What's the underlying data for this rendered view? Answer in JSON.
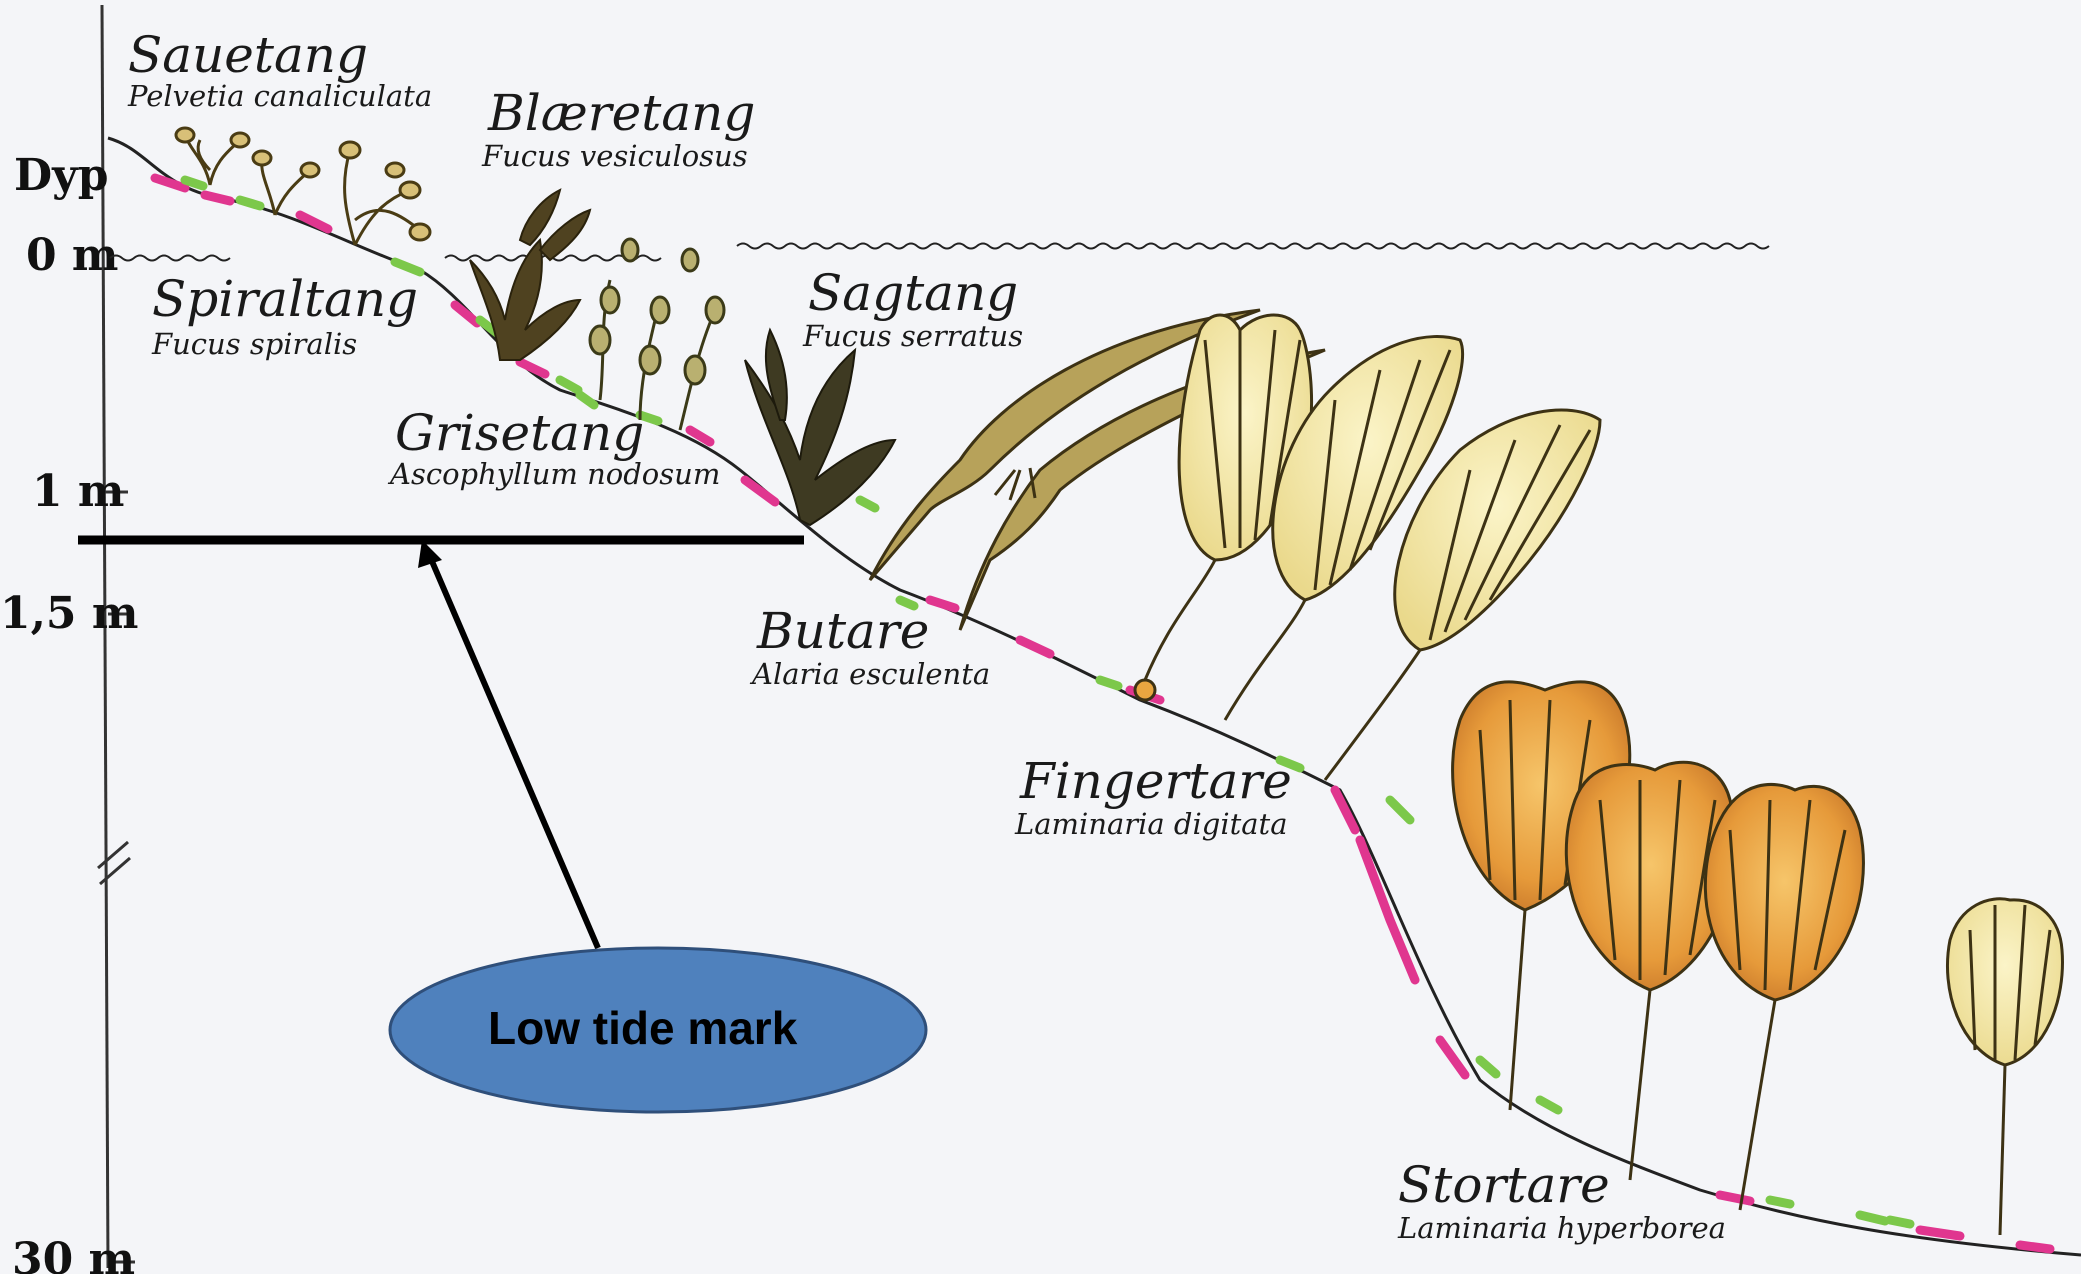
{
  "depth_axis": {
    "labels": [
      "Dyp",
      "0 m",
      "1 m",
      "1,5 m",
      "30 m"
    ]
  },
  "species": [
    {
      "common": "Sauetang",
      "latin": "Pelvetia canaliculata"
    },
    {
      "common": "Blæretang",
      "latin": "Fucus vesiculosus"
    },
    {
      "common": "Spiraltang",
      "latin": "Fucus spiralis"
    },
    {
      "common": "Sagtang",
      "latin": "Fucus serratus"
    },
    {
      "common": "Grisetang",
      "latin": "Ascophyllum nodosum"
    },
    {
      "common": "Butare",
      "latin": "Alaria esculenta"
    },
    {
      "common": "Fingertare",
      "latin": "Laminaria digitata"
    },
    {
      "common": "Stortare",
      "latin": "Laminaria hyperborea"
    }
  ],
  "callout": {
    "text": "Low tide mark",
    "fill_color": "#4f81bd"
  },
  "colors": {
    "brown_seaweed": "#6b5a2a",
    "kelp_yellow": "#f3e7a6",
    "kelp_orange": "#e9a640",
    "pink_algae": "#e0368f",
    "green_algae": "#7cc84a"
  }
}
